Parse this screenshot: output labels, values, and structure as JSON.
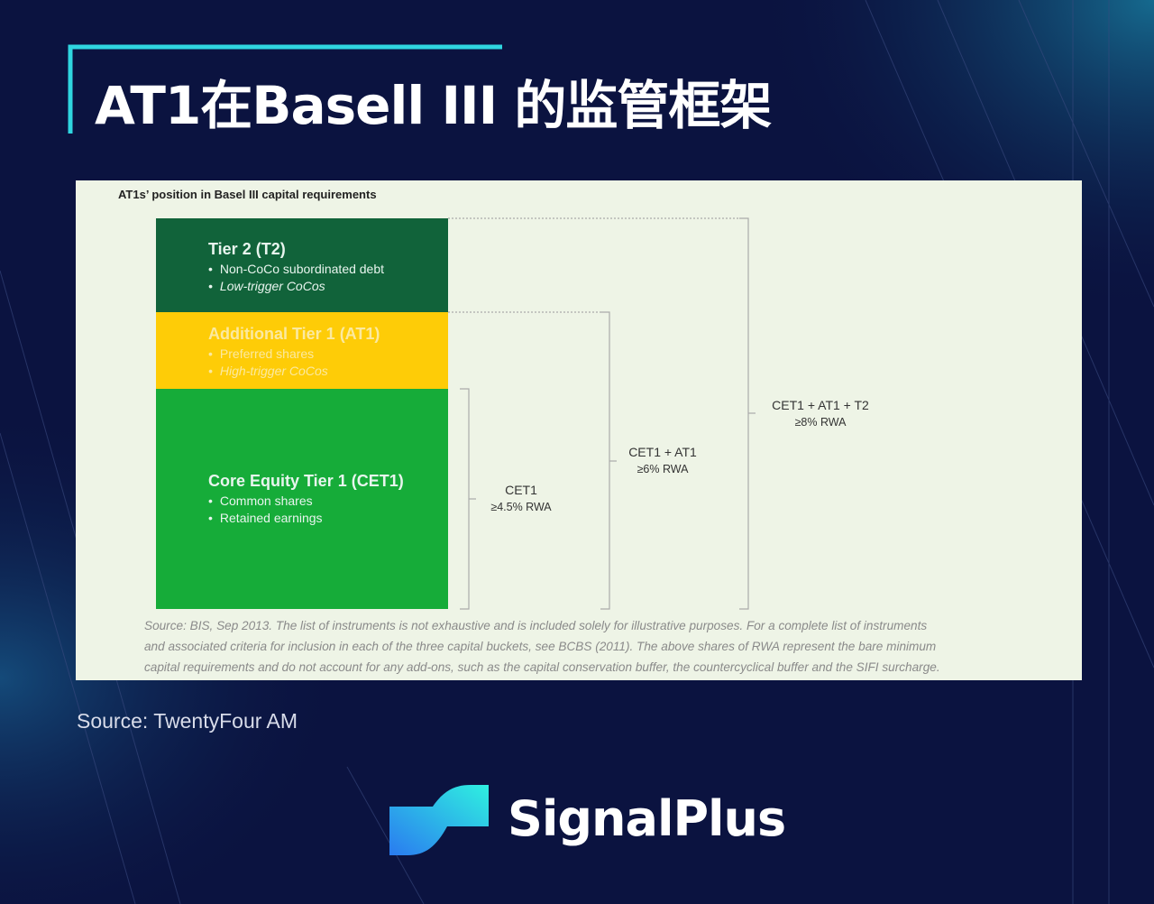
{
  "header": {
    "title": "AT1在Basell III 的监管框架"
  },
  "figure": {
    "title": "AT1s’ position in Basel III capital requirements",
    "tiers": [
      {
        "name": "Tier 2 (T2)",
        "items": [
          "Non-CoCo subordinated debt",
          "Low-trigger CoCos"
        ],
        "color": "#11633a"
      },
      {
        "name": "Additional Tier 1 (AT1)",
        "items": [
          "Preferred shares",
          "High-trigger CoCos"
        ],
        "color": "#fecc07"
      },
      {
        "name": "Core Equity Tier 1 (CET1)",
        "items": [
          "Common shares",
          "Retained earnings"
        ],
        "color": "#16ac39"
      }
    ],
    "brackets": [
      {
        "label": "CET1",
        "req": "≥4.5% RWA"
      },
      {
        "label": "CET1 + AT1",
        "req": "≥6% RWA"
      },
      {
        "label": "CET1 + AT1 + T2",
        "req": "≥8% RWA"
      }
    ],
    "source_lines": [
      "Source: BIS, Sep 2013. The list of instruments is not exhaustive and is included solely for illustrative purposes. For a complete list of instruments",
      "and associated criteria for inclusion in each of the three capital buckets, see BCBS (2011). The above shares of RWA represent the bare minimum",
      "capital requirements and do not account for any add-ons, such as the capital conservation buffer, the countercyclical buffer and the SIFI surcharge."
    ]
  },
  "footer": {
    "source": "Source: TwentyFour AM",
    "brand": "SignalPlus"
  },
  "colors": {
    "background": "#0b1340",
    "accent": "#2fd6e0"
  }
}
